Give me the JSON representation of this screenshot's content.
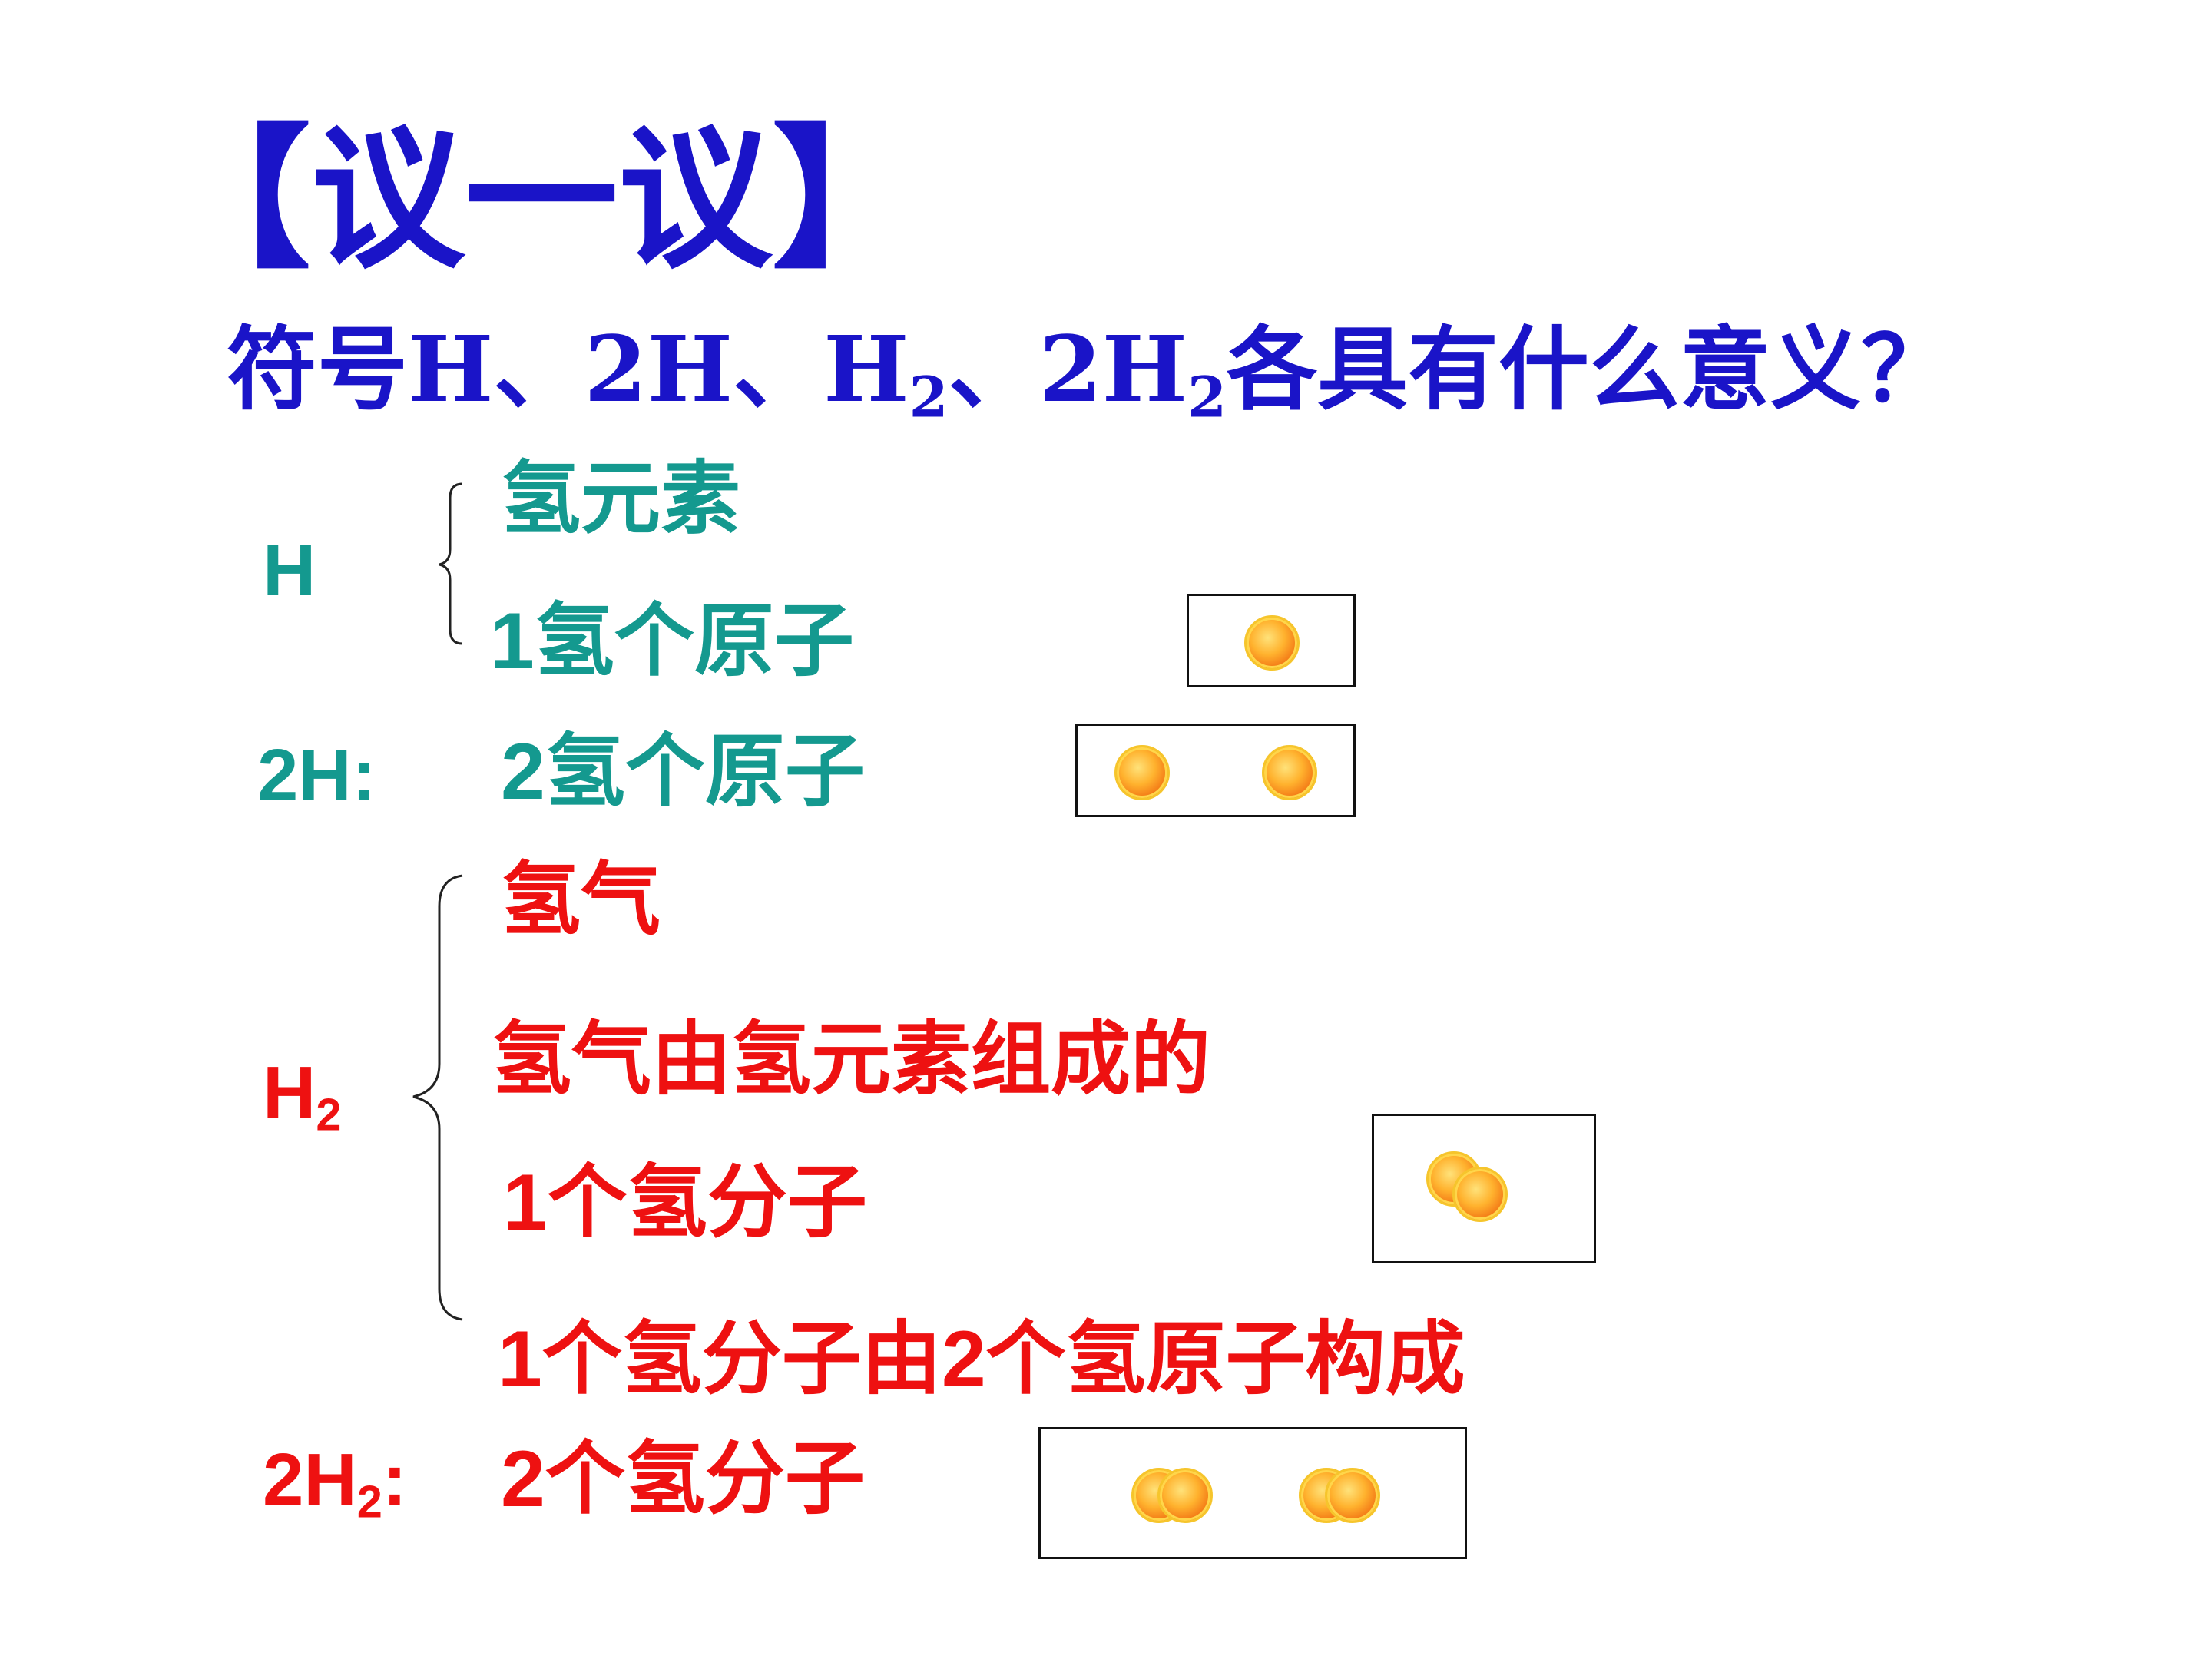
{
  "title": "【议一议】",
  "question": {
    "prefix": "符号H、2H、H",
    "sub1": "2",
    "mid": "、2H",
    "sub2": "2",
    "suffix": "各具有什么意义？"
  },
  "rows": {
    "h": {
      "symbol": "H",
      "meanings": [
        "氢元素",
        "1氢个原子"
      ]
    },
    "two_h": {
      "symbol": "2H:",
      "meaning": "2氢个原子"
    },
    "h2": {
      "symbol": "H",
      "symbol_sub": "2",
      "meanings": [
        "氢气",
        "氢气由氢元素组成的",
        "1个氢分子",
        "1个氢分子由2个氢原子构成"
      ]
    },
    "two_h2": {
      "symbol_pre": "2H",
      "symbol_sub": "2",
      "symbol_post": ":",
      "meaning": "2个氢分子"
    }
  },
  "colors": {
    "title": "#1a14c8",
    "teal": "#14998f",
    "red": "#ee1111",
    "atom": "#ffb22e"
  },
  "icons": [
    "brace-icon",
    "hydrogen-atom-icon"
  ]
}
